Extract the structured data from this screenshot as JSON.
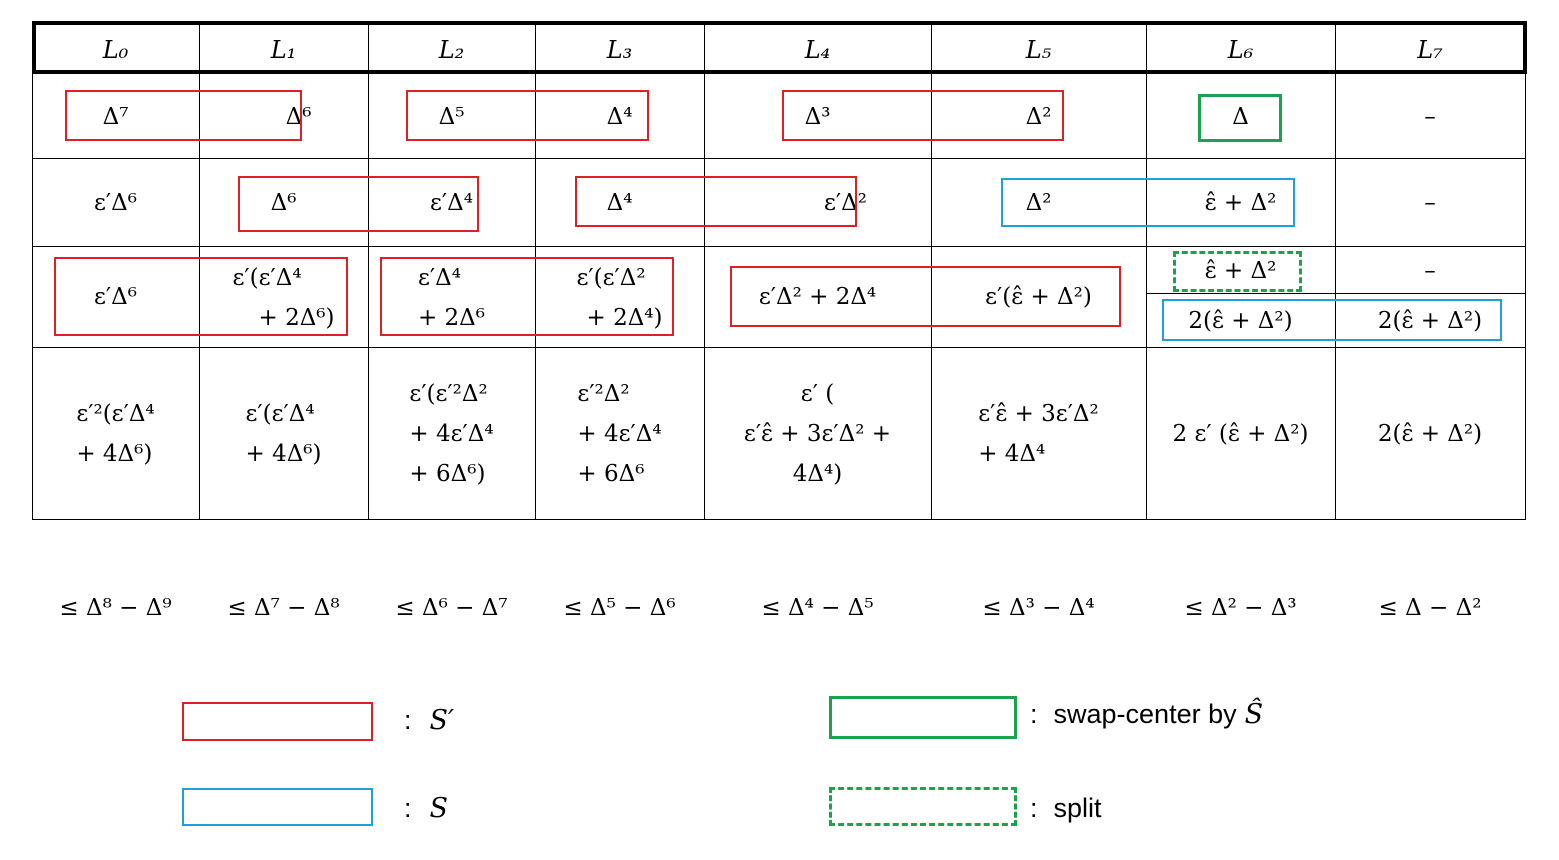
{
  "headers": [
    "L₀",
    "L₁",
    "L₂",
    "L₃",
    "L₄",
    "L₅",
    "L₆",
    "L₇"
  ],
  "row1": [
    "Δ⁷",
    "Δ⁶",
    "Δ⁵",
    "Δ⁴",
    "Δ³",
    "Δ²",
    "Δ",
    "–"
  ],
  "row2": [
    "ε′Δ⁶",
    "Δ⁶",
    "ε′Δ⁴",
    "Δ⁴",
    "ε′Δ²",
    "Δ²",
    "ε̂ + Δ²",
    "–"
  ],
  "row3": {
    "c0": "ε′Δ⁶",
    "c1": [
      "ε′(ε′Δ⁴",
      "+ 2Δ⁶)"
    ],
    "c2": [
      "ε′Δ⁴",
      "+ 2Δ⁶"
    ],
    "c3": [
      "ε′(ε′Δ²",
      "+ 2Δ⁴)"
    ],
    "c4": "ε′Δ² + 2Δ⁴",
    "c5": "ε′(ε̂ + Δ²)",
    "c6_top": "ε̂ + Δ²",
    "c7_top": "–",
    "c6_bottom": "2(ε̂ + Δ²)",
    "c7_bottom": "2(ε̂ + Δ²)"
  },
  "row4": {
    "c0": [
      "ε′²(ε′Δ⁴",
      "+ 4Δ⁶)"
    ],
    "c1": [
      "ε′(ε′Δ⁴",
      "+ 4Δ⁶)"
    ],
    "c2": [
      "ε′(ε′²Δ²",
      "+ 4ε′Δ⁴",
      "+ 6Δ⁶)"
    ],
    "c3": [
      "ε′²Δ²",
      "+ 4ε′Δ⁴",
      "+ 6Δ⁶"
    ],
    "c4": [
      "ε′ (",
      "ε′ε̂ + 3ε′Δ² +",
      "4Δ⁴)"
    ],
    "c5": [
      "ε′ε̂ + 3ε′Δ²",
      "+ 4Δ⁴"
    ],
    "c6": "2 ε′ (ε̂ + Δ²)",
    "c7": "2(ε̂ + Δ²)"
  },
  "bounds": [
    "≤ Δ⁸ − Δ⁹",
    "≤ Δ⁷ − Δ⁸",
    "≤ Δ⁶ − Δ⁷",
    "≤ Δ⁵ − Δ⁶",
    "≤ Δ⁴ − Δ⁵",
    "≤ Δ³ − Δ⁴",
    "≤ Δ² − Δ³",
    "≤ Δ − Δ²"
  ],
  "legend": {
    "red_sep": ":",
    "red_label": "S′",
    "blue_sep": ":",
    "blue_label": "S",
    "green_sep": ":",
    "green_label": "swap-center by",
    "green_symbol": "Ŝ",
    "dash_sep": ":",
    "dash_label": "split"
  },
  "colors": {
    "red": "#dd1f26",
    "blue": "#1ea0d8",
    "green": "#1aa24c"
  }
}
